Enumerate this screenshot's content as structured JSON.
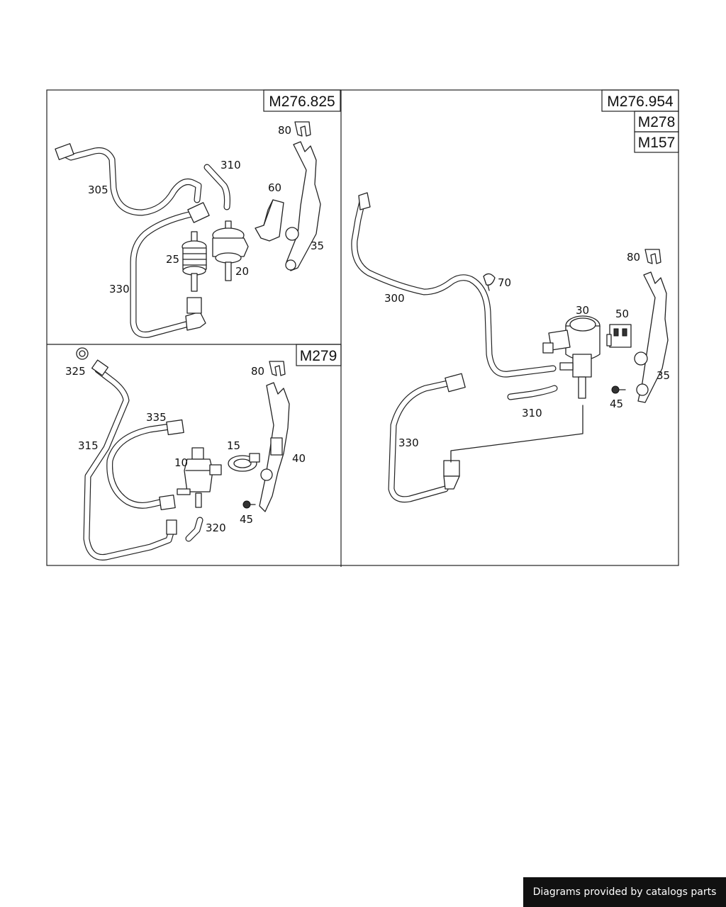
{
  "engines": {
    "panel1": "M276.825",
    "panel2": "M279",
    "panel3a": "M276.954",
    "panel3b": "M278",
    "panel3c": "M157"
  },
  "labels": {
    "p1_80": "80",
    "p1_305": "305",
    "p1_310": "310",
    "p1_60": "60",
    "p1_25": "25",
    "p1_20": "20",
    "p1_35": "35",
    "p1_330": "330",
    "p2_325": "325",
    "p2_80": "80",
    "p2_335": "335",
    "p2_315": "315",
    "p2_15": "15",
    "p2_10": "10",
    "p2_40": "40",
    "p2_45": "45",
    "p2_320": "320",
    "p3_300": "300",
    "p3_70": "70",
    "p3_80": "80",
    "p3_30": "30",
    "p3_50": "50",
    "p3_35": "35",
    "p3_45": "45",
    "p3_310": "310",
    "p3_330": "330"
  },
  "footer": {
    "text": "Diagrams provided by catalogs parts"
  }
}
